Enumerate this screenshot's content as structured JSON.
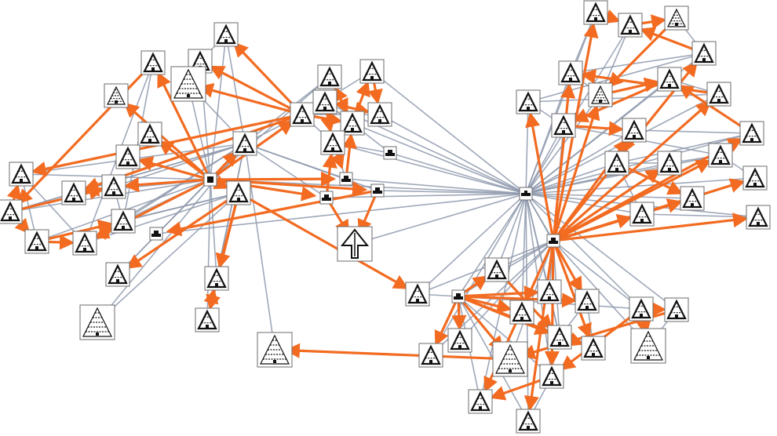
{
  "colors": {
    "background": "#ffffff",
    "edge": "#8e99ad",
    "arrow": "#f26b21",
    "node_border": "#6b6b6b",
    "node_fill": "#ffffff",
    "glyph": "#111111"
  },
  "nodes": [
    {
      "id": "hub-left",
      "size": "small",
      "shape": "square"
    },
    {
      "id": "hub-center",
      "size": "small",
      "shape": "bar"
    },
    {
      "id": "hub-right",
      "size": "small",
      "shape": "step"
    },
    {
      "id": "n-top-1",
      "size": "medium",
      "shape": "triangle"
    },
    {
      "id": "n-top-2",
      "size": "medium",
      "shape": "triangle"
    },
    {
      "id": "n-top-3",
      "size": "large",
      "shape": "tree"
    },
    {
      "id": "n-top-4",
      "size": "medium",
      "shape": "triangle"
    },
    {
      "id": "n-top-5",
      "size": "medium",
      "shape": "triangle"
    },
    {
      "id": "n-top-6",
      "size": "medium",
      "shape": "triangle"
    },
    {
      "id": "n-left-1",
      "size": "medium",
      "shape": "triangle"
    },
    {
      "id": "n-left-2",
      "size": "medium",
      "shape": "tree"
    },
    {
      "id": "n-left-3",
      "size": "medium",
      "shape": "triangle"
    },
    {
      "id": "n-left-4",
      "size": "medium",
      "shape": "triangle"
    },
    {
      "id": "n-left-5",
      "size": "medium",
      "shape": "triangle"
    },
    {
      "id": "n-left-6",
      "size": "medium",
      "shape": "triangle"
    },
    {
      "id": "n-left-7",
      "size": "medium",
      "shape": "triangle"
    },
    {
      "id": "n-left-8",
      "size": "medium",
      "shape": "triangle"
    },
    {
      "id": "n-left-9",
      "size": "medium",
      "shape": "triangle"
    },
    {
      "id": "n-left-10",
      "size": "medium",
      "shape": "triangle"
    },
    {
      "id": "n-left-11",
      "size": "medium",
      "shape": "triangle"
    },
    {
      "id": "n-mid-1",
      "size": "medium",
      "shape": "triangle"
    },
    {
      "id": "n-mid-2",
      "size": "medium",
      "shape": "triangle"
    },
    {
      "id": "n-mid-3",
      "size": "medium",
      "shape": "triangle"
    },
    {
      "id": "n-mid-4",
      "size": "medium",
      "shape": "triangle"
    },
    {
      "id": "n-mid-5",
      "size": "small",
      "shape": "step"
    },
    {
      "id": "n-mid-6",
      "size": "small",
      "shape": "step"
    },
    {
      "id": "n-mid-7",
      "size": "small",
      "shape": "step"
    },
    {
      "id": "n-mid-8",
      "size": "medium",
      "shape": "triangle"
    },
    {
      "id": "n-mid-9",
      "size": "medium",
      "shape": "triangle"
    },
    {
      "id": "n-mid-10",
      "size": "large",
      "shape": "arrow"
    },
    {
      "id": "n-mid-11",
      "size": "small",
      "shape": "step"
    },
    {
      "id": "n-mid-12",
      "size": "small",
      "shape": "step"
    },
    {
      "id": "n-bot-1",
      "size": "medium",
      "shape": "triangle"
    },
    {
      "id": "n-bot-2",
      "size": "large",
      "shape": "tree"
    },
    {
      "id": "n-bot-3",
      "size": "medium",
      "shape": "triangle"
    },
    {
      "id": "n-bot-4",
      "size": "medium",
      "shape": "triangle"
    },
    {
      "id": "n-bot-5",
      "size": "large",
      "shape": "tree"
    },
    {
      "id": "n-c-1",
      "size": "medium",
      "shape": "triangle"
    },
    {
      "id": "n-c-2",
      "size": "small",
      "shape": "step"
    },
    {
      "id": "n-c-3",
      "size": "medium",
      "shape": "triangle"
    },
    {
      "id": "n-c-4",
      "size": "medium",
      "shape": "triangle"
    },
    {
      "id": "n-c-5",
      "size": "medium",
      "shape": "triangle"
    },
    {
      "id": "n-c-6",
      "size": "large",
      "shape": "tree"
    },
    {
      "id": "n-c-7",
      "size": "medium",
      "shape": "triangle"
    },
    {
      "id": "n-c-8",
      "size": "medium",
      "shape": "triangle"
    },
    {
      "id": "n-c-9",
      "size": "medium",
      "shape": "triangle"
    },
    {
      "id": "n-c-10",
      "size": "medium",
      "shape": "triangle"
    },
    {
      "id": "n-c-11",
      "size": "medium",
      "shape": "triangle"
    },
    {
      "id": "n-c-12",
      "size": "medium",
      "shape": "triangle"
    },
    {
      "id": "n-c-13",
      "size": "medium",
      "shape": "triangle"
    },
    {
      "id": "n-c-14",
      "size": "large",
      "shape": "tree"
    },
    {
      "id": "n-c-15",
      "size": "medium",
      "shape": "triangle"
    },
    {
      "id": "n-c-16",
      "size": "medium",
      "shape": "triangle"
    },
    {
      "id": "n-c-17",
      "size": "medium",
      "shape": "triangle"
    },
    {
      "id": "n-r-1",
      "size": "medium",
      "shape": "triangle"
    },
    {
      "id": "n-r-2",
      "size": "medium",
      "shape": "triangle"
    },
    {
      "id": "n-r-3",
      "size": "medium",
      "shape": "tree"
    },
    {
      "id": "n-r-4",
      "size": "medium",
      "shape": "triangle"
    },
    {
      "id": "n-r-5",
      "size": "medium",
      "shape": "triangle"
    },
    {
      "id": "n-r-6",
      "size": "medium",
      "shape": "tree"
    },
    {
      "id": "n-r-7",
      "size": "medium",
      "shape": "triangle"
    },
    {
      "id": "n-r-8",
      "size": "medium",
      "shape": "triangle"
    },
    {
      "id": "n-r-9",
      "size": "medium",
      "shape": "triangle"
    },
    {
      "id": "n-r-10",
      "size": "medium",
      "shape": "triangle"
    },
    {
      "id": "n-r-11",
      "size": "medium",
      "shape": "triangle"
    },
    {
      "id": "n-r-12",
      "size": "medium",
      "shape": "triangle"
    },
    {
      "id": "n-r-13",
      "size": "medium",
      "shape": "triangle"
    },
    {
      "id": "n-r-14",
      "size": "medium",
      "shape": "triangle"
    },
    {
      "id": "n-r-15",
      "size": "medium",
      "shape": "triangle"
    },
    {
      "id": "n-r-16",
      "size": "medium",
      "shape": "triangle"
    },
    {
      "id": "n-r-17",
      "size": "medium",
      "shape": "triangle"
    },
    {
      "id": "n-r-18",
      "size": "medium",
      "shape": "triangle"
    },
    {
      "id": "n-r-19",
      "size": "medium",
      "shape": "triangle"
    }
  ],
  "gray_edges": [
    [
      "hub-center",
      "hub-left"
    ],
    [
      "hub-center",
      "n-mid-5"
    ],
    [
      "hub-center",
      "n-mid-6"
    ],
    [
      "hub-center",
      "n-mid-7"
    ],
    [
      "hub-center",
      "n-mid-11"
    ],
    [
      "hub-center",
      "n-mid-12"
    ],
    [
      "hub-center",
      "n-mid-3"
    ],
    [
      "hub-center",
      "n-mid-4"
    ],
    [
      "hub-center",
      "n-top-6"
    ],
    [
      "hub-center",
      "n-top-5"
    ],
    [
      "hub-center",
      "hub-right"
    ],
    [
      "hub-center",
      "n-c-1"
    ],
    [
      "hub-center",
      "n-c-2"
    ],
    [
      "hub-center",
      "n-c-3"
    ],
    [
      "hub-center",
      "n-c-4"
    ],
    [
      "hub-center",
      "n-c-5"
    ],
    [
      "hub-center",
      "n-c-8"
    ],
    [
      "hub-center",
      "n-c-9"
    ],
    [
      "hub-center",
      "n-c-10"
    ],
    [
      "hub-center",
      "n-c-12"
    ],
    [
      "hub-center",
      "n-c-13"
    ],
    [
      "hub-center",
      "n-c-15"
    ],
    [
      "hub-center",
      "n-c-16"
    ],
    [
      "hub-center",
      "n-c-17"
    ],
    [
      "hub-center",
      "n-r-1"
    ],
    [
      "hub-center",
      "n-r-2"
    ],
    [
      "hub-center",
      "n-r-4"
    ],
    [
      "hub-center",
      "n-r-5"
    ],
    [
      "hub-center",
      "n-r-6"
    ],
    [
      "hub-center",
      "n-r-7"
    ],
    [
      "hub-center",
      "n-r-8"
    ],
    [
      "hub-center",
      "n-r-9"
    ],
    [
      "hub-center",
      "n-r-10"
    ],
    [
      "hub-center",
      "n-r-11"
    ],
    [
      "hub-center",
      "n-r-12"
    ],
    [
      "hub-center",
      "n-r-13"
    ],
    [
      "hub-center",
      "n-r-14"
    ],
    [
      "hub-center",
      "n-r-15"
    ],
    [
      "hub-center",
      "n-r-16"
    ],
    [
      "hub-center",
      "n-r-17"
    ],
    [
      "hub-center",
      "n-r-18"
    ],
    [
      "hub-center",
      "n-r-19"
    ],
    [
      "hub-center",
      "n-mid-8"
    ],
    [
      "hub-center",
      "n-mid-10"
    ],
    [
      "hub-left",
      "n-left-1"
    ],
    [
      "hub-left",
      "n-left-2"
    ],
    [
      "hub-left",
      "n-left-3"
    ],
    [
      "hub-left",
      "n-left-4"
    ],
    [
      "hub-left",
      "n-left-5"
    ],
    [
      "hub-left",
      "n-left-6"
    ],
    [
      "hub-left",
      "n-left-7"
    ],
    [
      "hub-left",
      "n-left-8"
    ],
    [
      "hub-left",
      "n-left-9"
    ],
    [
      "hub-left",
      "n-left-10"
    ],
    [
      "hub-left",
      "n-left-11"
    ],
    [
      "hub-left",
      "n-top-1"
    ],
    [
      "hub-left",
      "n-top-2"
    ],
    [
      "hub-left",
      "n-top-3"
    ],
    [
      "hub-left",
      "n-top-4"
    ],
    [
      "hub-left",
      "n-mid-1"
    ],
    [
      "hub-left",
      "n-mid-2"
    ],
    [
      "hub-left",
      "n-mid-9"
    ],
    [
      "hub-left",
      "n-bot-1"
    ],
    [
      "hub-left",
      "n-bot-3"
    ],
    [
      "hub-left",
      "n-bot-4"
    ],
    [
      "n-mid-1",
      "n-left-5"
    ],
    [
      "n-mid-1",
      "n-left-6"
    ],
    [
      "n-mid-1",
      "n-left-7"
    ],
    [
      "n-mid-1",
      "n-left-8"
    ],
    [
      "n-mid-1",
      "n-left-10"
    ],
    [
      "n-mid-1",
      "n-left-11"
    ],
    [
      "n-mid-1",
      "n-top-1"
    ],
    [
      "n-mid-1",
      "n-top-3"
    ],
    [
      "n-mid-1",
      "n-top-4"
    ],
    [
      "n-mid-1",
      "n-mid-2"
    ],
    [
      "n-mid-1",
      "n-mid-5"
    ],
    [
      "n-mid-1",
      "n-mid-6"
    ],
    [
      "n-mid-1",
      "n-mid-7"
    ],
    [
      "n-mid-1",
      "n-bot-1"
    ],
    [
      "n-mid-1",
      "n-bot-2"
    ],
    [
      "n-mid-1",
      "n-bot-3"
    ],
    [
      "n-mid-1",
      "n-bot-4"
    ],
    [
      "n-mid-1",
      "n-bot-5"
    ],
    [
      "n-mid-9",
      "n-left-9"
    ],
    [
      "n-mid-9",
      "n-left-10"
    ],
    [
      "n-mid-9",
      "n-bot-1"
    ],
    [
      "n-mid-9",
      "n-bot-3"
    ],
    [
      "n-mid-9",
      "n-bot-4"
    ],
    [
      "n-mid-9",
      "n-bot-5"
    ],
    [
      "n-mid-9",
      "n-left-11"
    ],
    [
      "n-left-5",
      "n-left-10"
    ],
    [
      "n-left-5",
      "n-left-9"
    ],
    [
      "n-left-6",
      "n-left-8"
    ],
    [
      "n-left-7",
      "n-left-11"
    ],
    [
      "n-left-1",
      "n-left-10"
    ],
    [
      "n-left-1",
      "n-left-11"
    ],
    [
      "n-mid-2",
      "n-mid-3"
    ],
    [
      "n-mid-2",
      "n-mid-8"
    ],
    [
      "n-mid-2",
      "n-top-5"
    ],
    [
      "n-mid-2",
      "n-top-6"
    ],
    [
      "n-mid-3",
      "n-mid-4"
    ],
    [
      "n-mid-4",
      "n-mid-11"
    ],
    [
      "n-mid-8",
      "n-mid-11"
    ],
    [
      "n-mid-8",
      "n-mid-5"
    ],
    [
      "n-top-1",
      "n-top-2"
    ],
    [
      "n-top-3",
      "n-top-2"
    ],
    [
      "n-left-4",
      "n-left-3"
    ],
    [
      "hub-right",
      "n-c-1"
    ],
    [
      "hub-right",
      "n-c-2"
    ],
    [
      "hub-right",
      "n-c-3"
    ],
    [
      "hub-right",
      "n-c-4"
    ],
    [
      "hub-right",
      "n-c-5"
    ],
    [
      "hub-right",
      "n-c-6"
    ],
    [
      "hub-right",
      "n-c-7"
    ],
    [
      "hub-right",
      "n-c-8"
    ],
    [
      "hub-right",
      "n-c-9"
    ],
    [
      "hub-right",
      "n-c-10"
    ],
    [
      "hub-right",
      "n-c-11"
    ],
    [
      "hub-right",
      "n-c-12"
    ],
    [
      "hub-right",
      "n-c-14"
    ],
    [
      "hub-right",
      "n-r-8"
    ],
    [
      "hub-right",
      "n-r-9"
    ],
    [
      "hub-right",
      "n-r-10"
    ],
    [
      "hub-right",
      "n-r-11"
    ],
    [
      "hub-right",
      "n-r-12"
    ],
    [
      "hub-right",
      "n-r-13"
    ],
    [
      "hub-right",
      "n-r-14"
    ],
    [
      "hub-right",
      "n-r-15"
    ],
    [
      "hub-right",
      "n-r-16"
    ],
    [
      "hub-right",
      "n-r-17"
    ],
    [
      "hub-right",
      "n-r-18"
    ],
    [
      "hub-right",
      "n-r-19"
    ],
    [
      "n-c-2",
      "n-c-1"
    ],
    [
      "n-c-2",
      "n-c-3"
    ],
    [
      "n-c-2",
      "n-c-4"
    ],
    [
      "n-c-2",
      "n-c-5"
    ],
    [
      "n-c-2",
      "n-c-7"
    ],
    [
      "n-c-2",
      "n-c-8"
    ],
    [
      "n-c-2",
      "n-c-9"
    ],
    [
      "n-c-2",
      "n-c-11"
    ],
    [
      "n-c-2",
      "n-c-12"
    ],
    [
      "n-c-2",
      "n-c-15"
    ],
    [
      "n-c-2",
      "n-c-16"
    ],
    [
      "n-c-2",
      "n-c-17"
    ],
    [
      "n-c-15",
      "n-c-16"
    ],
    [
      "n-c-15",
      "n-c-17"
    ],
    [
      "n-c-5",
      "n-c-9"
    ],
    [
      "n-c-9",
      "n-c-10"
    ],
    [
      "n-c-10",
      "n-c-11"
    ],
    [
      "n-c-13",
      "n-c-14"
    ],
    [
      "n-c-12",
      "n-c-14"
    ],
    [
      "n-r-1",
      "n-r-2"
    ],
    [
      "n-r-2",
      "n-r-3"
    ],
    [
      "n-r-3",
      "n-r-4"
    ],
    [
      "n-r-4",
      "n-r-5"
    ],
    [
      "n-r-5",
      "n-r-6"
    ],
    [
      "n-r-6",
      "n-r-7"
    ],
    [
      "n-r-7",
      "n-r-8"
    ],
    [
      "n-r-8",
      "n-r-9"
    ],
    [
      "n-r-9",
      "n-r-10"
    ],
    [
      "n-r-10",
      "n-r-11"
    ],
    [
      "n-r-11",
      "n-r-12"
    ],
    [
      "n-r-12",
      "n-r-13"
    ],
    [
      "n-r-13",
      "n-r-14"
    ],
    [
      "n-r-14",
      "n-r-15"
    ],
    [
      "n-r-15",
      "n-r-16"
    ],
    [
      "n-r-16",
      "n-r-17"
    ],
    [
      "n-r-17",
      "n-r-18"
    ],
    [
      "n-r-18",
      "n-r-19"
    ],
    [
      "n-r-1",
      "n-r-5"
    ],
    [
      "n-r-2",
      "n-r-6"
    ],
    [
      "n-r-4",
      "n-r-9"
    ],
    [
      "n-r-7",
      "n-r-12"
    ],
    [
      "n-r-10",
      "n-r-15"
    ],
    [
      "n-r-13",
      "n-r-18"
    ]
  ],
  "arrows": [
    [
      "hub-left",
      "n-left-1"
    ],
    [
      "hub-left",
      "n-left-2"
    ],
    [
      "hub-left",
      "n-left-3"
    ],
    [
      "hub-left",
      "n-left-4"
    ],
    [
      "hub-left",
      "n-mid-1"
    ],
    [
      "hub-left",
      "n-mid-9"
    ],
    [
      "hub-left",
      "n-mid-5"
    ],
    [
      "hub-left",
      "n-mid-6"
    ],
    [
      "hub-left",
      "n-mid-7"
    ],
    [
      "hub-left",
      "n-mid-2"
    ],
    [
      "hub-left",
      "n-left-10"
    ],
    [
      "hub-left",
      "n-left-7"
    ],
    [
      "n-mid-2",
      "n-top-1"
    ],
    [
      "n-mid-2",
      "n-top-2"
    ],
    [
      "n-mid-2",
      "n-top-3"
    ],
    [
      "n-mid-2",
      "n-left-5"
    ],
    [
      "n-mid-2",
      "n-left-6"
    ],
    [
      "n-mid-2",
      "n-mid-3"
    ],
    [
      "n-mid-2",
      "n-mid-4"
    ],
    [
      "n-mid-3",
      "n-top-5"
    ],
    [
      "n-mid-3",
      "n-top-4"
    ],
    [
      "n-mid-4",
      "n-mid-8"
    ],
    [
      "n-mid-4",
      "n-top-6"
    ],
    [
      "n-top-5",
      "n-top-6"
    ],
    [
      "n-top-4",
      "n-mid-3"
    ],
    [
      "n-mid-8",
      "n-mid-5"
    ],
    [
      "n-mid-5",
      "n-mid-3"
    ],
    [
      "n-mid-6",
      "n-mid-10"
    ],
    [
      "n-mid-7",
      "n-mid-10"
    ],
    [
      "n-mid-6",
      "n-mid-8"
    ],
    [
      "n-mid-7",
      "n-mid-12"
    ],
    [
      "n-left-1",
      "n-left-8"
    ],
    [
      "n-left-8",
      "n-left-9"
    ],
    [
      "n-left-9",
      "n-left-10"
    ],
    [
      "n-left-10",
      "n-left-11"
    ],
    [
      "n-left-9",
      "n-left-11"
    ],
    [
      "n-left-8",
      "n-left-7"
    ],
    [
      "n-left-8",
      "n-left-5"
    ],
    [
      "n-left-7",
      "n-left-6"
    ],
    [
      "n-mid-9",
      "n-bot-1"
    ],
    [
      "n-mid-9",
      "n-bot-3"
    ],
    [
      "n-mid-9",
      "n-bot-4"
    ],
    [
      "n-mid-9",
      "n-c-1"
    ],
    [
      "n-bot-4",
      "n-bot-1"
    ],
    [
      "n-c-6",
      "n-bot-2"
    ],
    [
      "n-c-2",
      "n-c-3"
    ],
    [
      "n-c-2",
      "n-c-4"
    ],
    [
      "n-c-2",
      "n-c-5"
    ],
    [
      "n-c-2",
      "n-c-6"
    ],
    [
      "n-c-2",
      "n-c-7"
    ],
    [
      "n-c-2",
      "n-c-8"
    ],
    [
      "n-c-2",
      "n-c-9"
    ],
    [
      "n-c-2",
      "n-c-10"
    ],
    [
      "n-c-2",
      "n-c-11"
    ],
    [
      "n-c-3",
      "n-c-9"
    ],
    [
      "n-c-12",
      "n-c-13"
    ],
    [
      "n-c-12",
      "n-c-14"
    ],
    [
      "n-c-12",
      "n-c-15"
    ],
    [
      "n-c-15",
      "n-c-16"
    ],
    [
      "n-c-13",
      "n-c-6"
    ],
    [
      "hub-right",
      "n-c-15"
    ],
    [
      "hub-right",
      "n-c-16"
    ],
    [
      "hub-right",
      "n-c-17"
    ],
    [
      "hub-right",
      "n-c-10"
    ],
    [
      "hub-right",
      "n-c-11"
    ],
    [
      "hub-right",
      "n-r-1"
    ],
    [
      "hub-right",
      "n-r-4"
    ],
    [
      "hub-right",
      "n-r-5"
    ],
    [
      "hub-right",
      "n-r-6"
    ],
    [
      "hub-right",
      "n-r-8"
    ],
    [
      "hub-right",
      "n-r-9"
    ],
    [
      "hub-right",
      "n-r-11"
    ],
    [
      "hub-right",
      "n-r-12"
    ],
    [
      "hub-right",
      "n-r-14"
    ],
    [
      "hub-right",
      "n-r-15"
    ],
    [
      "hub-right",
      "n-r-16"
    ],
    [
      "hub-right",
      "n-r-17"
    ],
    [
      "hub-right",
      "n-r-18"
    ],
    [
      "hub-right",
      "n-r-19"
    ],
    [
      "n-r-1",
      "n-r-2"
    ],
    [
      "n-r-2",
      "n-r-3"
    ],
    [
      "n-r-3",
      "n-r-6"
    ],
    [
      "n-r-6",
      "n-r-7"
    ],
    [
      "n-r-7",
      "n-r-10"
    ],
    [
      "n-r-10",
      "n-r-11"
    ],
    [
      "n-r-13",
      "n-r-17"
    ],
    [
      "n-r-11",
      "n-r-13"
    ],
    [
      "n-r-4",
      "n-r-2"
    ],
    [
      "n-r-8",
      "n-r-5"
    ],
    [
      "n-r-12",
      "n-r-7"
    ]
  ]
}
